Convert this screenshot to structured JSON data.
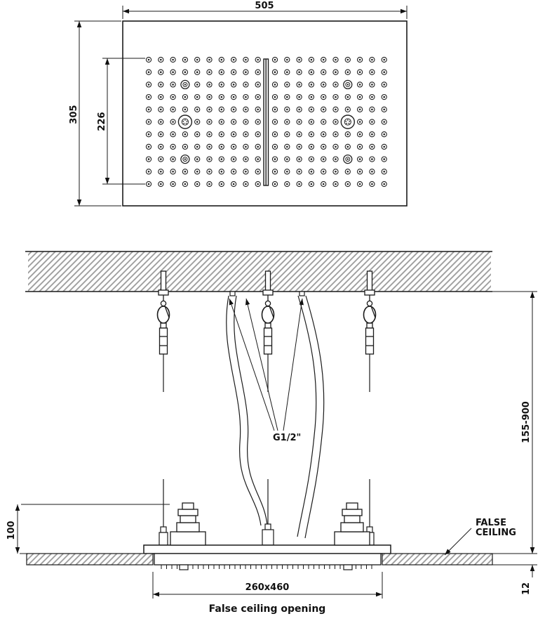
{
  "top_view": {
    "width": "505",
    "height": "305",
    "inner_height": "226"
  },
  "section": {
    "thread": "G1/2\"",
    "suspension_range": "155-900",
    "unit_height": "100",
    "thickness": "12",
    "opening": "260x460",
    "opening_caption": "False ceiling opening",
    "false_ceiling": [
      "FALSE",
      "CEILING"
    ]
  },
  "colors": {
    "line": "#1a1a1a",
    "hatch": "#9a9a9a"
  }
}
